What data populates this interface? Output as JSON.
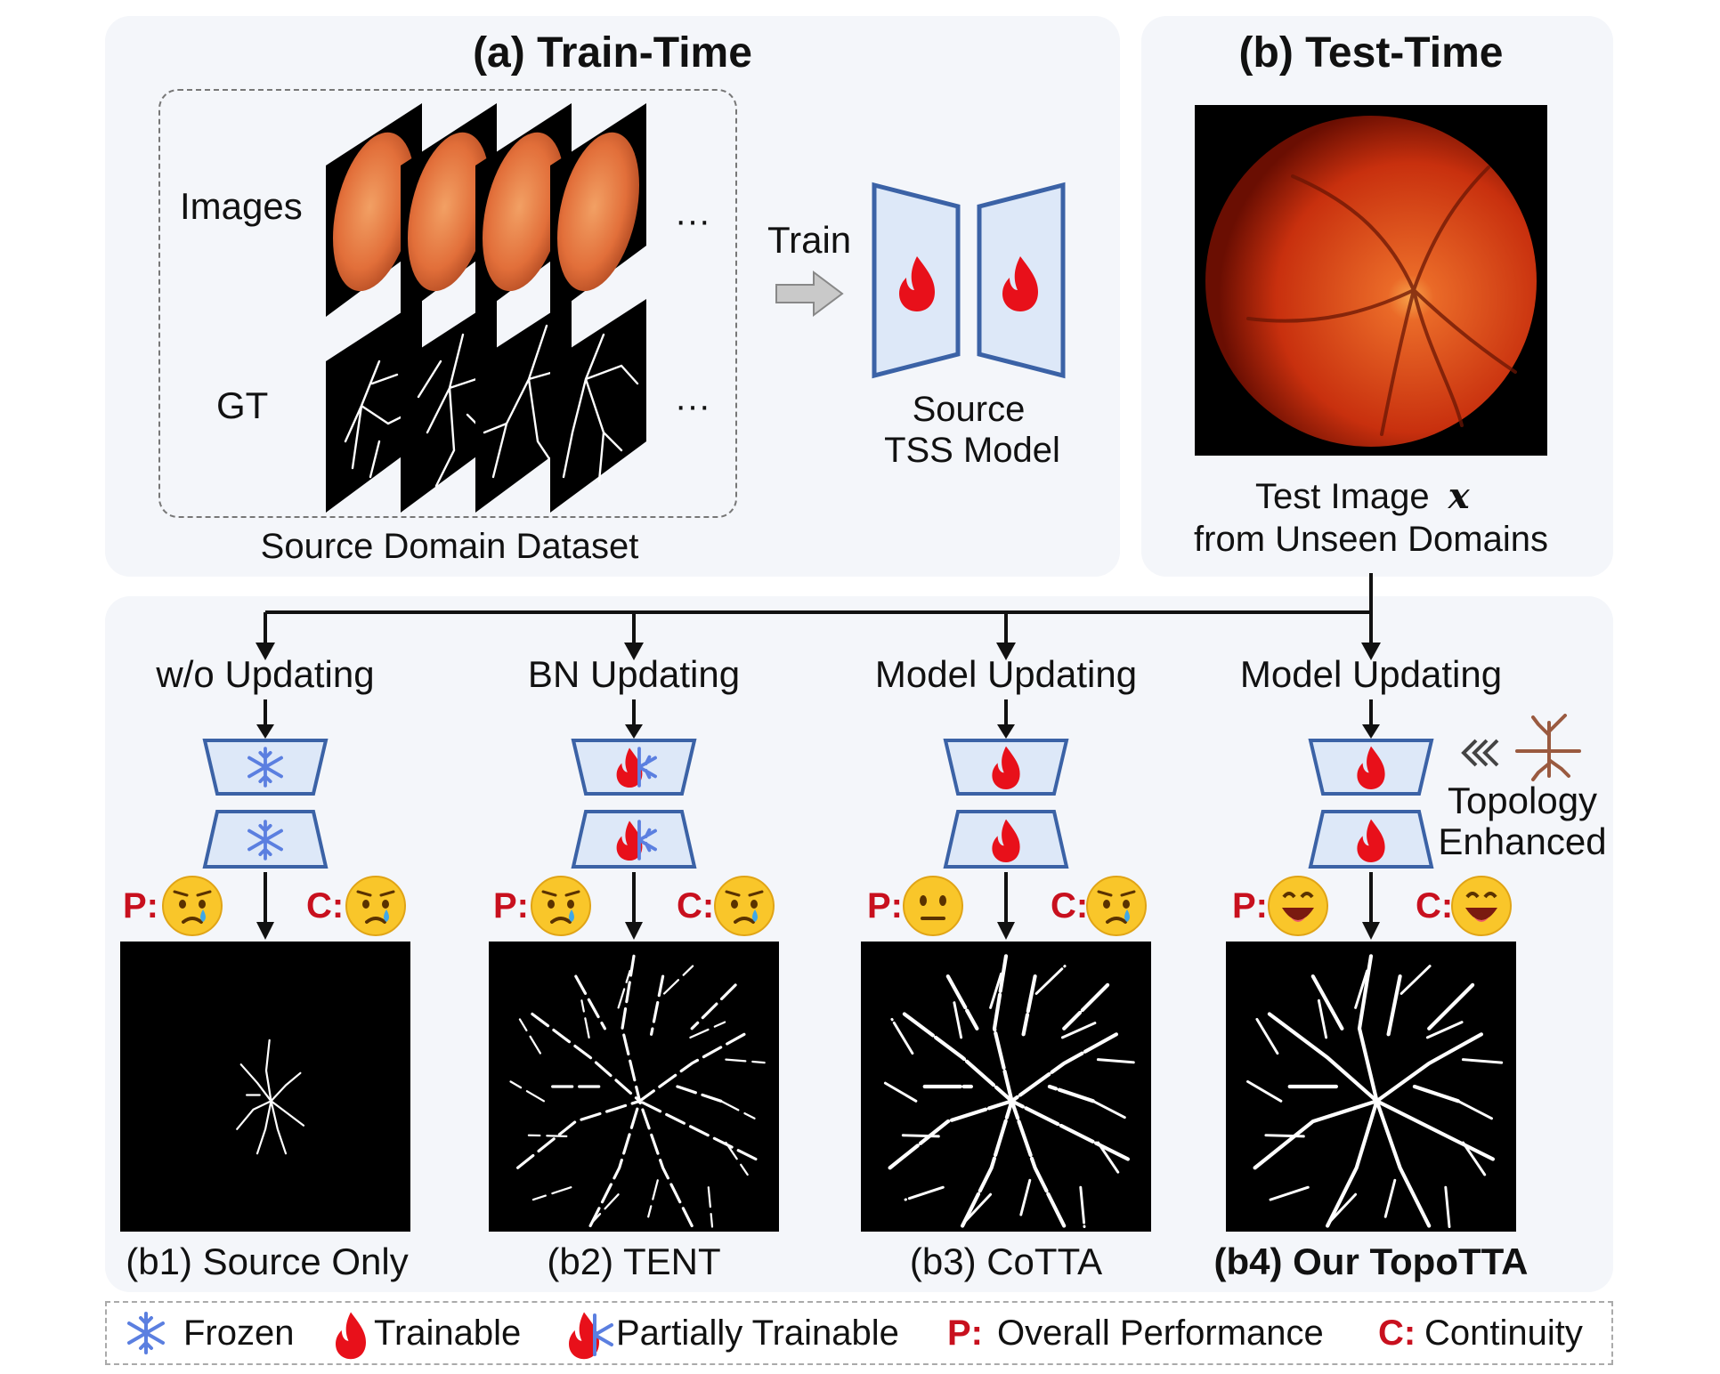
{
  "train": {
    "title": "(a) Train-Time",
    "images_label": "Images",
    "gt_label": "GT",
    "ellipsis": "···",
    "train_arrow_label": "Train",
    "dataset_caption": "Source Domain Dataset",
    "model_caption_line1": "Source",
    "model_caption_line2": "TSS Model"
  },
  "test": {
    "title": "(b) Test-Time",
    "image_caption_line1": "Test Image",
    "image_caption_symbol": "x",
    "image_caption_line2": "from Unseen Domains"
  },
  "methods": [
    {
      "update": "w/o Updating",
      "state": "frozen",
      "p_label": "P:",
      "c_label": "C:",
      "p_mood": "crying",
      "c_mood": "crying",
      "caption": "(b1) Source Only"
    },
    {
      "update": "BN Updating",
      "state": "partial",
      "p_label": "P:",
      "c_label": "C:",
      "p_mood": "crying",
      "c_mood": "crying",
      "caption": "(b2) TENT"
    },
    {
      "update": "Model Updating",
      "state": "trainable",
      "p_label": "P:",
      "c_label": "C:",
      "p_mood": "neutral",
      "c_mood": "crying",
      "caption": "(b3) CoTTA"
    },
    {
      "update": "Model Updating",
      "state": "trainable",
      "p_label": "P:",
      "c_label": "C:",
      "p_mood": "happy",
      "c_mood": "happy",
      "caption": "(b4) Our TopoTTA"
    }
  ],
  "topology": {
    "line1": "Topology",
    "line2": "Enhanced"
  },
  "legend": {
    "frozen": "Frozen",
    "trainable": "Trainable",
    "partial": "Partially Trainable",
    "p_key": "P:",
    "p_text": "Overall Performance",
    "c_key": "C:",
    "c_text": "Continuity"
  },
  "colors": {
    "panel": "#f4f6fa",
    "model_fill": "#dde8f8",
    "model_stroke": "#3b62a6",
    "flame": "#e8101a",
    "snowflake": "#5b7fe0",
    "label_red": "#c8101e",
    "retina": "#e2522a"
  }
}
